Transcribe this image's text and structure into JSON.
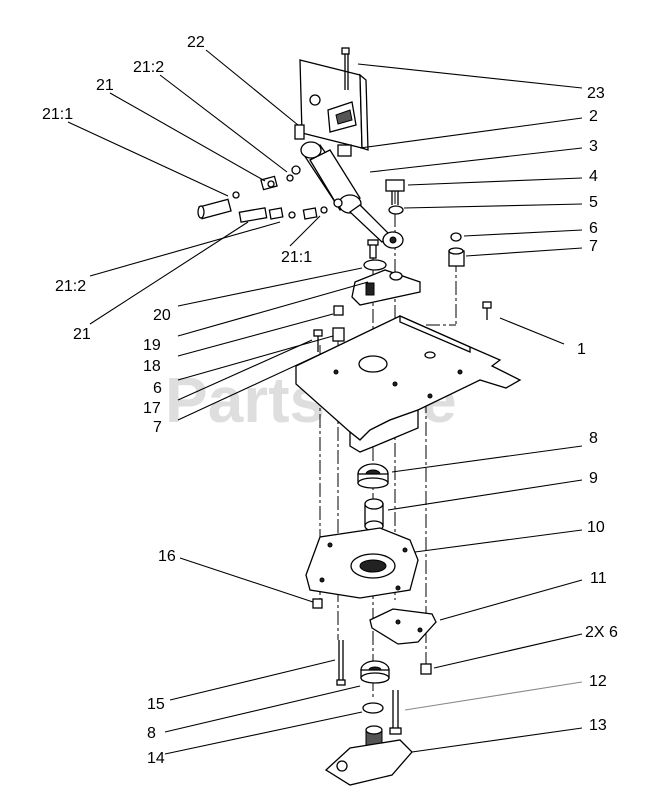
{
  "watermark": "PartsTree",
  "callouts": [
    {
      "id": "c22",
      "text": "22"
    },
    {
      "id": "c21-2a",
      "text": "21:2"
    },
    {
      "id": "c21a",
      "text": "21"
    },
    {
      "id": "c21-1a",
      "text": "21:1"
    },
    {
      "id": "c23",
      "text": "23"
    },
    {
      "id": "c2",
      "text": "2"
    },
    {
      "id": "c3",
      "text": "3"
    },
    {
      "id": "c4",
      "text": "4"
    },
    {
      "id": "c5",
      "text": "5"
    },
    {
      "id": "c6a",
      "text": "6"
    },
    {
      "id": "c7a",
      "text": "7"
    },
    {
      "id": "c21-1b",
      "text": "21:1"
    },
    {
      "id": "c21-2b",
      "text": "21:2"
    },
    {
      "id": "c20",
      "text": "20"
    },
    {
      "id": "c21b",
      "text": "21"
    },
    {
      "id": "c19",
      "text": "19"
    },
    {
      "id": "c1",
      "text": "1"
    },
    {
      "id": "c18",
      "text": "18"
    },
    {
      "id": "c6b",
      "text": "6"
    },
    {
      "id": "c17",
      "text": "17"
    },
    {
      "id": "c7b",
      "text": "7"
    },
    {
      "id": "c8a",
      "text": "8"
    },
    {
      "id": "c9",
      "text": "9"
    },
    {
      "id": "c10",
      "text": "10"
    },
    {
      "id": "c16",
      "text": "16"
    },
    {
      "id": "c11",
      "text": "11"
    },
    {
      "id": "c2x6",
      "text": "2X 6"
    },
    {
      "id": "c15",
      "text": "15"
    },
    {
      "id": "c12",
      "text": "12"
    },
    {
      "id": "c8b",
      "text": "8"
    },
    {
      "id": "c13",
      "text": "13"
    },
    {
      "id": "c14",
      "text": "14"
    }
  ]
}
